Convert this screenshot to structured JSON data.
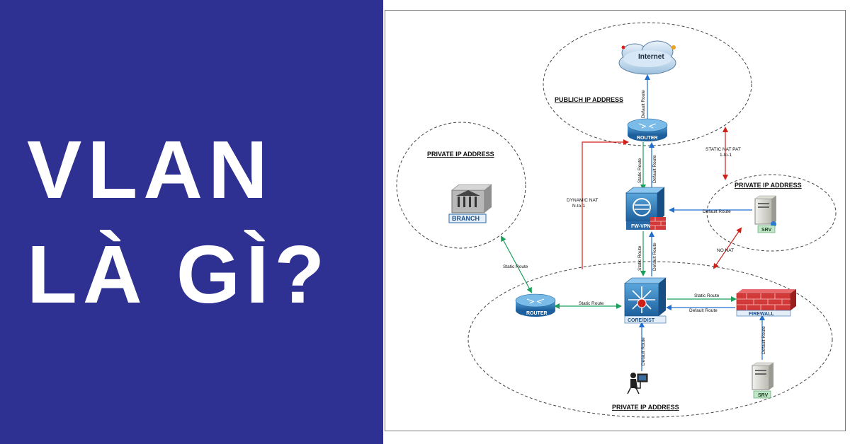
{
  "headline": {
    "line1": "VLAN",
    "line2": "LÀ GÌ?"
  },
  "colors": {
    "panel": "#2e3192",
    "green_link": "#1a9e5a",
    "blue_link": "#1f6fd0",
    "red_link": "#d0201a"
  },
  "diagram": {
    "zones": {
      "public": "PUBLICH IP ADDRESS",
      "branch": "PRIVATE IP ADDRESS",
      "server": "PRIVATE IP ADDRESS",
      "campus": "PRIVATE IP ADDRESS"
    },
    "devices": {
      "internet": "Internet",
      "edge_router": "ROUTER",
      "fw_vpn": "FW-VPN",
      "branch": "BRANCH",
      "srv_top": "SRV",
      "core": "CORE/DIST",
      "branch_router": "ROUTER",
      "firewall": "FIREWALL",
      "srv_bottom": "SRV"
    },
    "links": {
      "default_route": "Default Route",
      "static_route": "Static Route",
      "static_nat_pat_1": "STATIC NAT PAT",
      "static_nat_pat_2": "1-to-1",
      "dynamic_nat_1": "DYNAMIC NAT",
      "dynamic_nat_2": "N-to-1",
      "no_nat": "NO NAT"
    }
  }
}
